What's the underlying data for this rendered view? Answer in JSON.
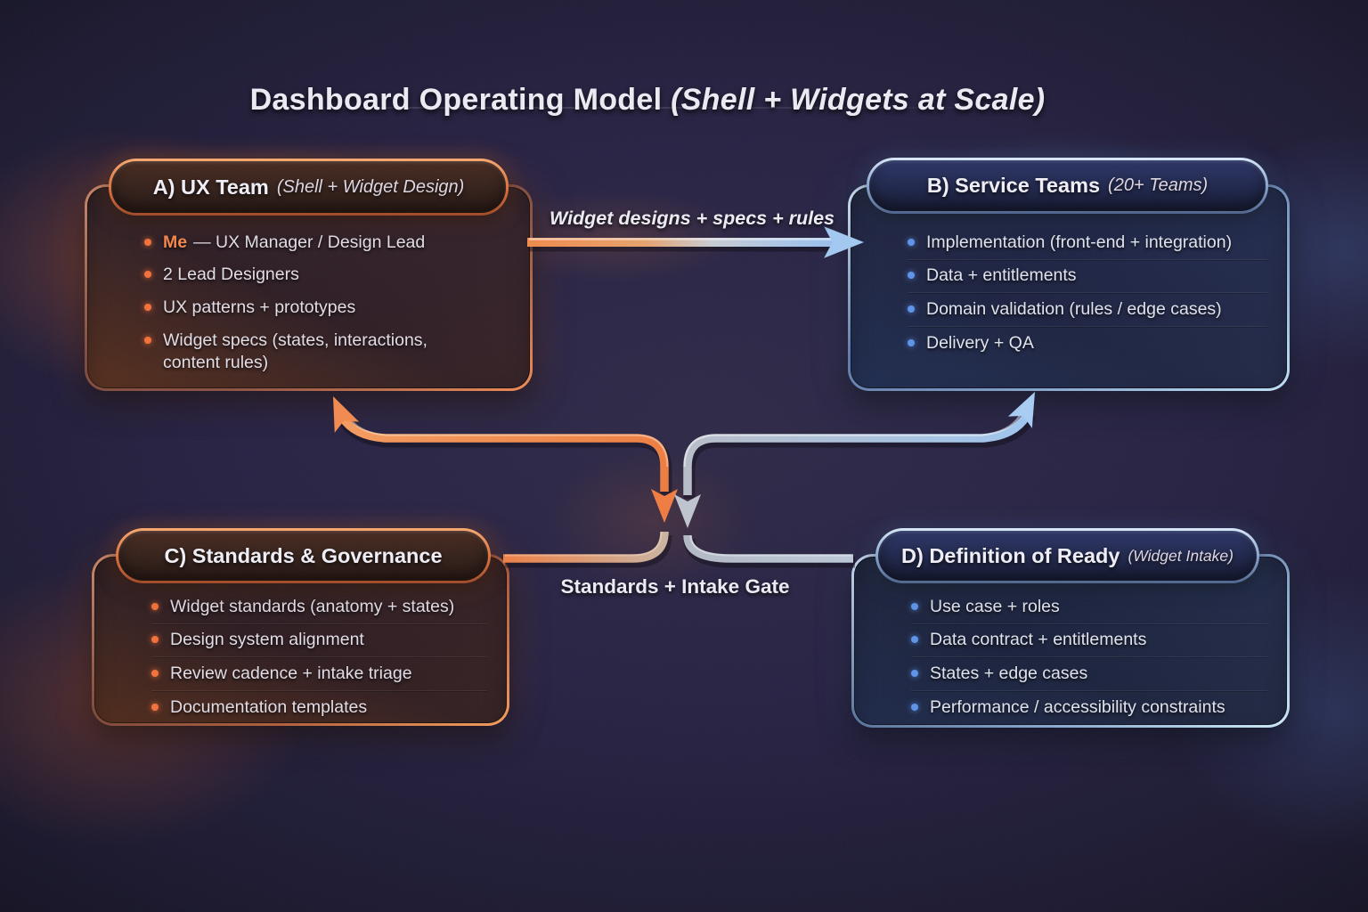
{
  "title": {
    "main": "Dashboard Operating Model",
    "paren": "(Shell + Widgets at Scale)"
  },
  "arrow_labels": {
    "a_to_b": "Widget designs + specs + rules",
    "gate": "Standards + Intake Gate"
  },
  "boxes": {
    "a": {
      "label": "A) UX Team",
      "sub": "(Shell + Widget Design)",
      "items": [
        {
          "lead": "Me",
          "rest": "— UX Manager / Design Lead"
        },
        "2 Lead Designers",
        "UX patterns + prototypes",
        "Widget specs (states, interactions, content rules)"
      ]
    },
    "b": {
      "label": "B) Service Teams",
      "sub": "(20+ Teams)",
      "items": [
        "Implementation (front-end + integration)",
        "Data + entitlements",
        "Domain validation (rules / edge cases)",
        "Delivery + QA"
      ]
    },
    "c": {
      "label": "C) Standards & Governance",
      "sub": "",
      "items": [
        "Widget standards (anatomy + states)",
        "Design system alignment",
        "Review cadence + intake triage",
        "Documentation templates"
      ]
    },
    "d": {
      "label": "D) Definition of Ready",
      "sub": "(Widget Intake)",
      "items": [
        "Use case + roles",
        "Data contract + entitlements",
        "States + edge cases",
        "Performance / accessibility constraints"
      ]
    }
  },
  "colors": {
    "orange_accent": "#f0823f",
    "blue_accent": "#8fbbee",
    "silver_accent": "#bfc5cf",
    "background_base": "#272243"
  }
}
